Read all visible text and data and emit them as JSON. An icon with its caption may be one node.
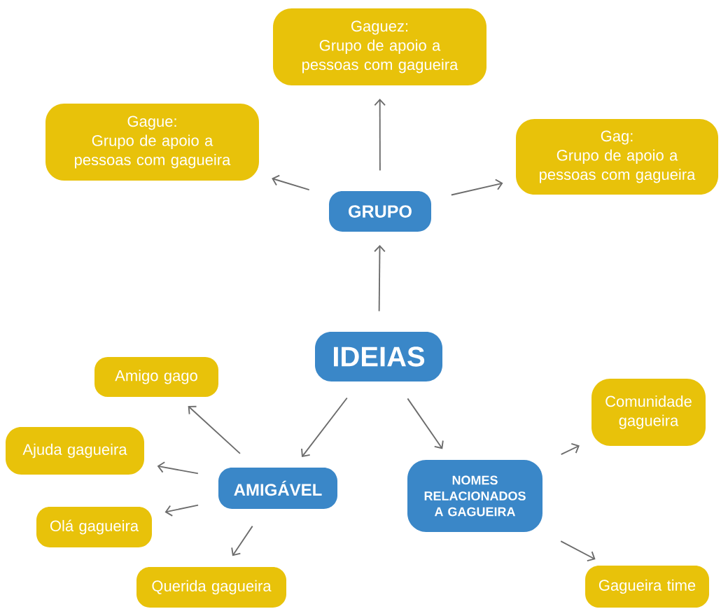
{
  "diagram": {
    "nodes": [
      {
        "text": [
          "Gaguez:",
          "Grupo de apoio a pessoas com gagueira"
        ]
      },
      {
        "text": [
          "Gague:",
          "Grupo de apoio a pessoas com gagueira"
        ]
      },
      {
        "text": [
          "Gag:",
          "Grupo de apoio a pessoas com gagueira"
        ]
      },
      {
        "text": [
          "GRUPO"
        ]
      },
      {
        "text": [
          "IDEIAS"
        ]
      },
      {
        "text": [
          "Amigo gago"
        ]
      },
      {
        "text": [
          "Comunidade gagueira"
        ]
      },
      {
        "text": [
          "Ajuda gagueira"
        ]
      },
      {
        "text": [
          "AMIGÁVEL"
        ]
      },
      {
        "text": [
          "NOMES RELACIONADOS A GAGUEIRA"
        ]
      },
      {
        "text": [
          "Olá gagueira"
        ]
      },
      {
        "text": [
          "Querida gagueira"
        ]
      },
      {
        "text": [
          "Gagueira time"
        ]
      }
    ],
    "edges": [
      {
        "from": 4,
        "to": 3,
        "arrow": "to"
      },
      {
        "from": 3,
        "to": 0,
        "arrow": "to"
      },
      {
        "from": 3,
        "to": 1,
        "arrow": "to"
      },
      {
        "from": 3,
        "to": 2,
        "arrow": "to"
      },
      {
        "from": 4,
        "to": 8,
        "arrow": "to"
      },
      {
        "from": 4,
        "to": 9,
        "arrow": "to"
      },
      {
        "from": 8,
        "to": 5,
        "arrow": "to"
      },
      {
        "from": 8,
        "to": 7,
        "arrow": "to"
      },
      {
        "from": 8,
        "to": 10,
        "arrow": "to"
      },
      {
        "from": 8,
        "to": 11,
        "arrow": "to"
      },
      {
        "from": 9,
        "to": 6,
        "arrow": "to"
      },
      {
        "from": 9,
        "to": 12,
        "arrow": "to"
      }
    ]
  }
}
